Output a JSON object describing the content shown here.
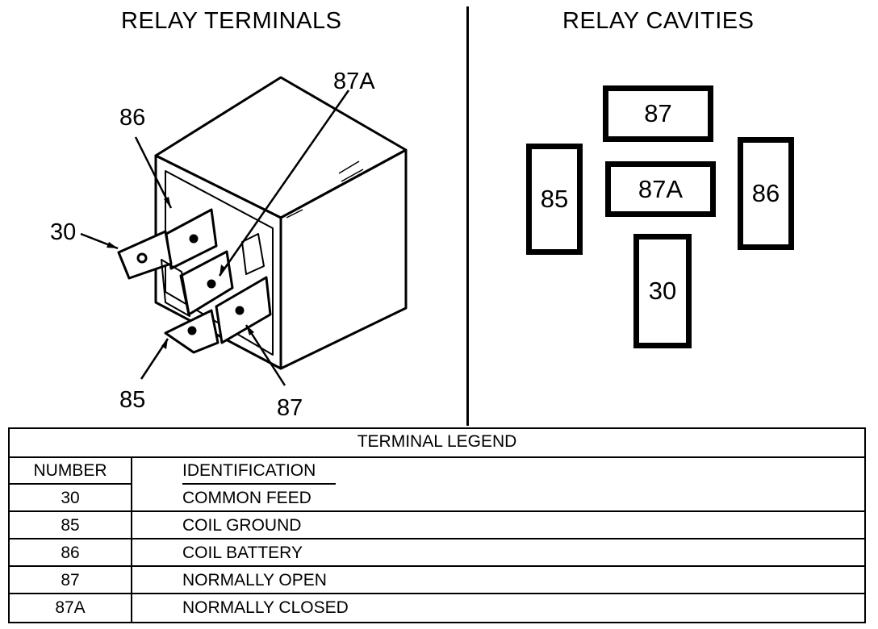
{
  "titles": {
    "terminals": "RELAY TERMINALS",
    "cavities": "RELAY CAVITIES"
  },
  "terminal_callouts": [
    "86",
    "87A",
    "30",
    "85",
    "87"
  ],
  "cavities": [
    "87",
    "85",
    "87A",
    "86",
    "30"
  ],
  "legend": {
    "title": "TERMINAL LEGEND",
    "headers": {
      "number": "NUMBER",
      "identification": "IDENTIFICATION"
    },
    "rows": [
      {
        "number": "30",
        "identification": "COMMON FEED"
      },
      {
        "number": "85",
        "identification": "COIL GROUND"
      },
      {
        "number": "86",
        "identification": "COIL BATTERY"
      },
      {
        "number": "87",
        "identification": "NORMALLY OPEN"
      },
      {
        "number": "87A",
        "identification": "NORMALLY CLOSED"
      }
    ]
  }
}
